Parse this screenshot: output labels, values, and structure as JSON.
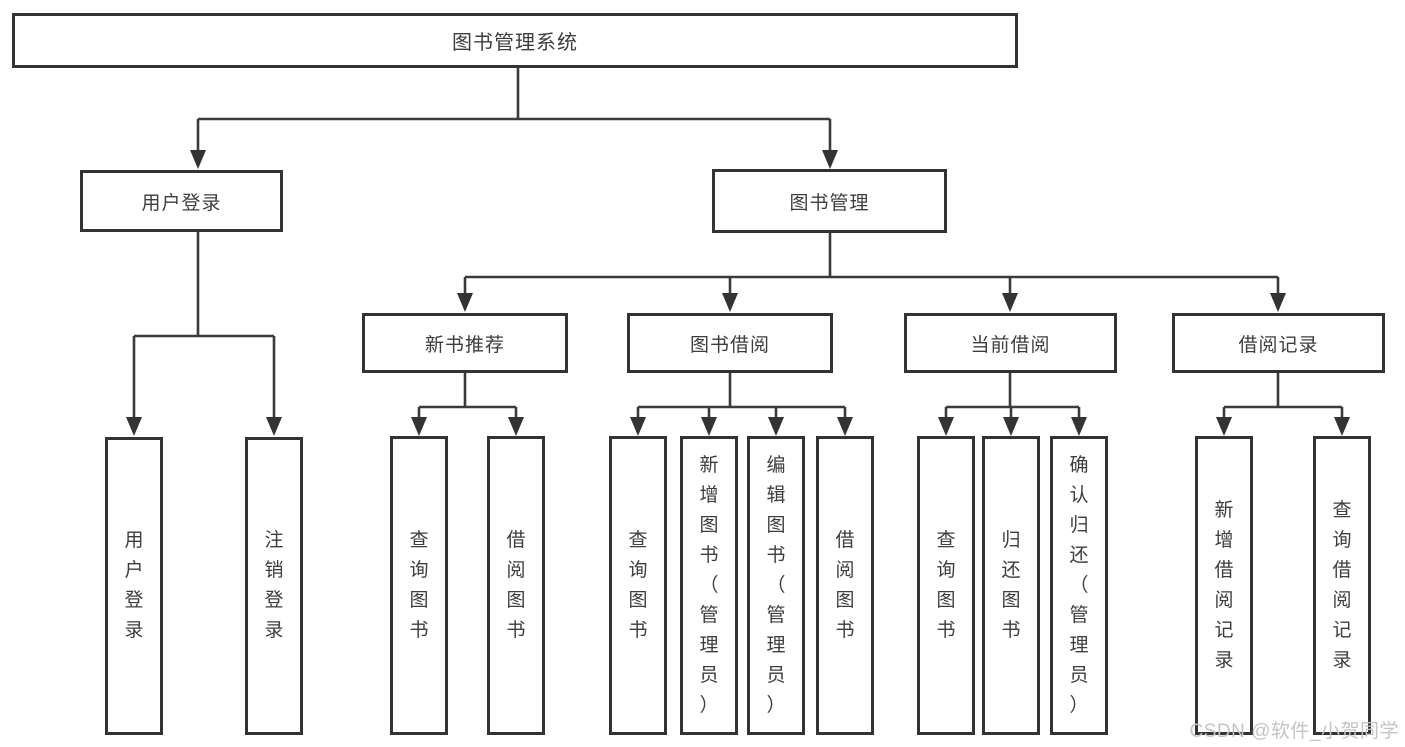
{
  "diagram": {
    "root": {
      "label": "图书管理系统"
    },
    "branches": {
      "user_login": {
        "label": "用户登录",
        "leaves": [
          "用户登录",
          "注销登录"
        ]
      },
      "book_mgmt": {
        "label": "图书管理",
        "children": {
          "new_book": {
            "label": "新书推荐",
            "leaves": [
              "查询图书",
              "借阅图书"
            ]
          },
          "book_borrow": {
            "label": "图书借阅",
            "leaves": [
              "查询图书",
              "新增图书（管理员）",
              "编辑图书（管理员）",
              "借阅图书"
            ]
          },
          "current_borrow": {
            "label": "当前借阅",
            "leaves": [
              "查询图书",
              "归还图书",
              "确认归还（管理员）"
            ]
          },
          "borrow_records": {
            "label": "借阅记录",
            "leaves": [
              "新增借阅记录",
              "查询借阅记录"
            ]
          }
        }
      }
    },
    "watermark": "CSDN @软件_小贺同学",
    "colors": {
      "line": "#3a3a3a",
      "border": "#333333",
      "text": "#3d3d3d",
      "watermark": "#c6c3c3"
    }
  }
}
